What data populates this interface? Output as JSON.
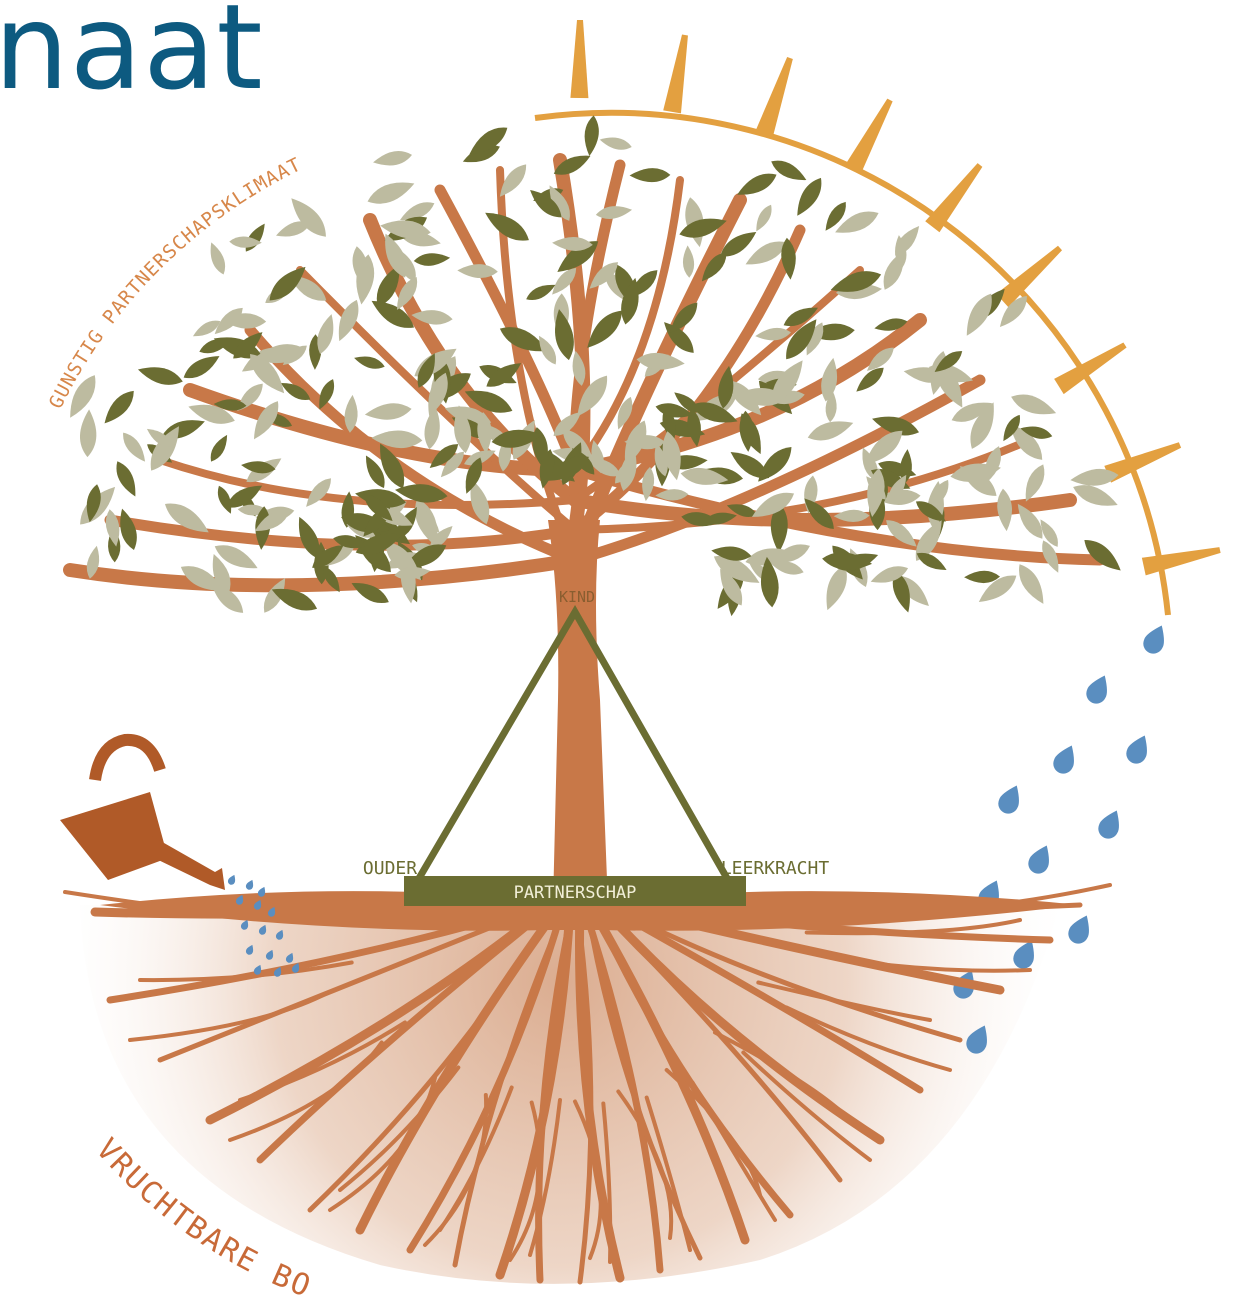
{
  "title": "naat",
  "labels": {
    "climate": "GUNSTIG PARTNERSCHAPSKLIMAAT",
    "soil": "VRUCHTBARE BODEM",
    "child": "KIND",
    "parent": "OUDER",
    "teacher": "LEERKRACHT",
    "partnership": "PARTNERSCHAP"
  },
  "colors": {
    "title": "#0d5a80",
    "trunk": "#c87848",
    "leaf_dark": "#6b6d32",
    "leaf_light": "#bdbba0",
    "triangle": "#6b6d32",
    "sun": "#e3a040",
    "rain": "#5a8ec0",
    "soil": "#d9a88a",
    "can": "#b05a28"
  },
  "icons": [
    "sun-rays-icon",
    "rain-drop-icon",
    "watering-can-icon",
    "tree-icon",
    "triangle-icon"
  ]
}
